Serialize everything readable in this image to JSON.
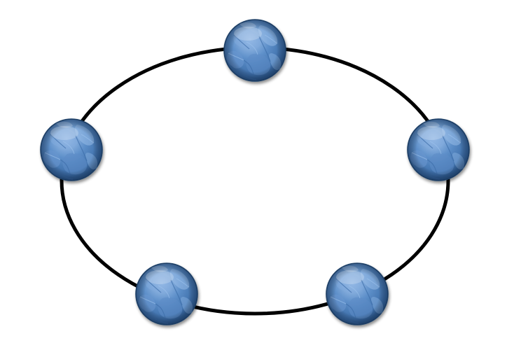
{
  "diagram": {
    "type": "ring-topology",
    "node_count": 5,
    "colors": {
      "ring": "#000000",
      "node_fill": "#4f81bd",
      "node_light": "#8fb6e3",
      "node_dark": "#2f5f93",
      "node_outline": "#23476f",
      "background": "#ffffff"
    },
    "nodes": [
      {
        "id": "node-top",
        "icon": "blue-marbled-sphere"
      },
      {
        "id": "node-right",
        "icon": "blue-marbled-sphere"
      },
      {
        "id": "node-bottom-right",
        "icon": "blue-marbled-sphere"
      },
      {
        "id": "node-bottom-left",
        "icon": "blue-marbled-sphere"
      },
      {
        "id": "node-left",
        "icon": "blue-marbled-sphere"
      }
    ]
  }
}
